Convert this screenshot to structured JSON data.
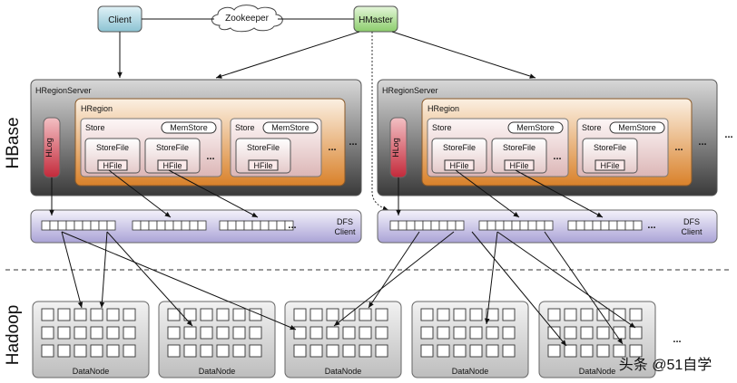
{
  "top": {
    "client": "Client",
    "zookeeper": "Zookeeper",
    "hmaster": "HMaster"
  },
  "side_labels": {
    "hbase": "HBase",
    "hadoop": "Hadoop"
  },
  "servers": [
    {
      "title": "HRegionServer",
      "hlog": "HLog",
      "hregion": "HRegion",
      "stores": [
        {
          "label": "Store",
          "memstore": "MemStore",
          "storefiles": [
            {
              "name": "StoreFile",
              "hfile": "HFile"
            },
            {
              "name": "StoreFile",
              "hfile": "HFile"
            }
          ]
        },
        {
          "label": "Store",
          "memstore": "MemStore",
          "storefiles": [
            {
              "name": "StoreFile",
              "hfile": "HFile"
            }
          ]
        }
      ],
      "dfs_client": [
        "DFS",
        "Client"
      ]
    },
    {
      "title": "HRegionServer",
      "hlog": "HLog",
      "hregion": "HRegion",
      "stores": [
        {
          "label": "Store",
          "memstore": "MemStore",
          "storefiles": [
            {
              "name": "StoreFile",
              "hfile": "HFile"
            },
            {
              "name": "StoreFile",
              "hfile": "HFile"
            }
          ]
        },
        {
          "label": "Store",
          "memstore": "MemStore",
          "storefiles": [
            {
              "name": "StoreFile",
              "hfile": "HFile"
            }
          ]
        }
      ],
      "dfs_client": [
        "DFS",
        "Client"
      ]
    }
  ],
  "ellipsis": "...",
  "datanodes": [
    "DataNode",
    "DataNode",
    "DataNode",
    "DataNode",
    "DataNode"
  ],
  "watermark": "头条 @51自学",
  "colors": {
    "client": "#a9d3de",
    "hmaster": "#a6d98a",
    "server_bg": "#4a4a4a",
    "hregion": "#e89a3c",
    "store": "#f6e4e4",
    "hlog": "#d9434f",
    "dfs": "#c6c1e6",
    "datanode": "#d2d2d2"
  }
}
